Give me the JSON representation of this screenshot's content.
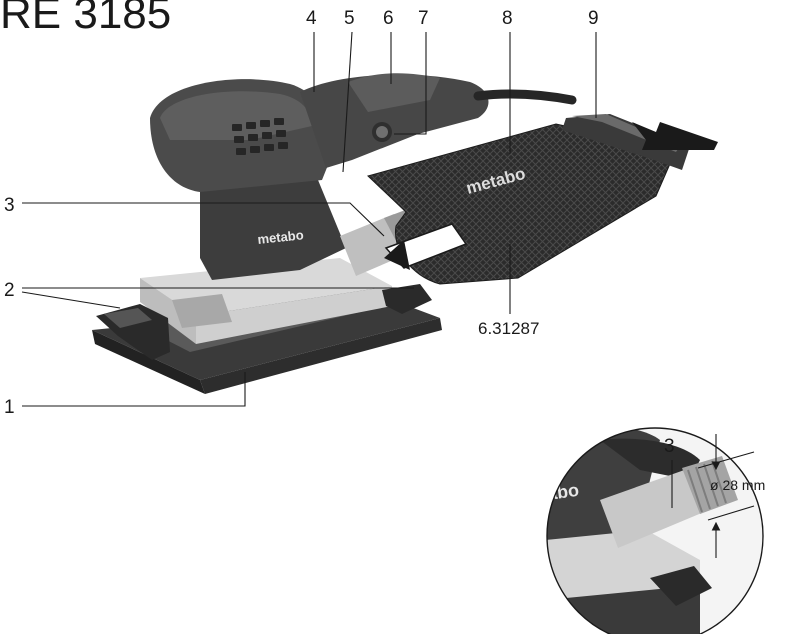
{
  "header": {
    "title_fragment": "RE 3185"
  },
  "callouts": {
    "c1": "1",
    "c2": "2",
    "c3": "3",
    "c4": "4",
    "c5": "5",
    "c6": "6",
    "c7": "7",
    "c8": "8",
    "c9": "9"
  },
  "part_number": "6.31287",
  "brand": {
    "body_logo": "metabo",
    "bag_logo": "metabo",
    "detail_logo": "abo"
  },
  "detail": {
    "callout": "3",
    "diameter": "ø 28 mm"
  }
}
